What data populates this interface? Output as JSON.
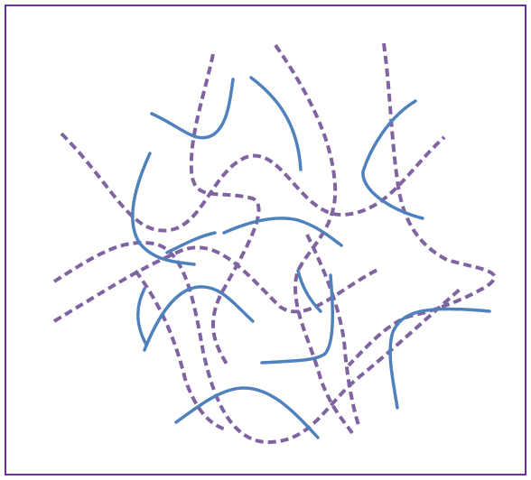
{
  "figure": {
    "kind": "tangled-fiber-network",
    "border_color": "#7030a0",
    "solid_strand_color": "#4f81bd",
    "dashed_strand_color": "#8064a2",
    "solid_strand_count": 12,
    "dashed_strand_count": 8,
    "background": "#ffffff"
  }
}
